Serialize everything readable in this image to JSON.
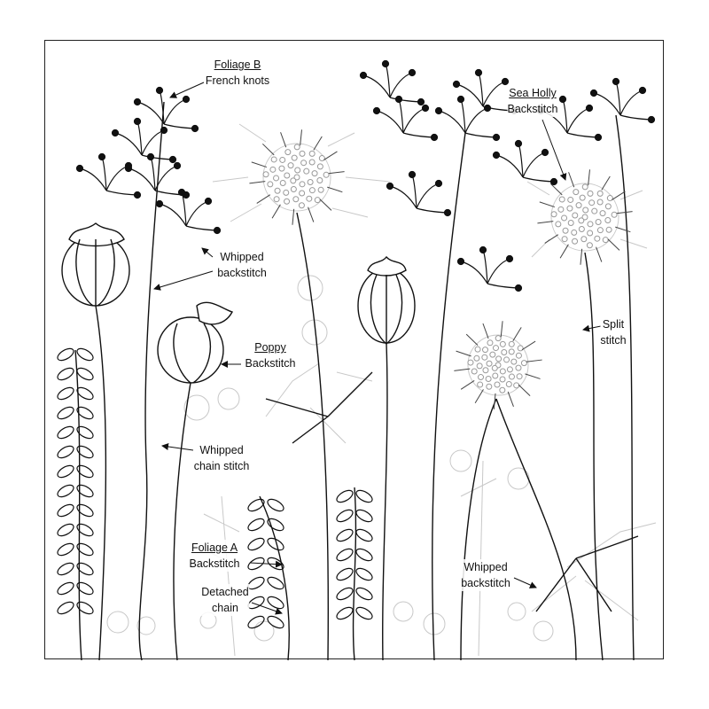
{
  "labels": {
    "foliage_b": {
      "title": "Foliage B",
      "stitch": "French knots"
    },
    "whipped_backstitch_left": {
      "line1": "Whipped",
      "line2": "backstitch"
    },
    "poppy": {
      "title": "Poppy",
      "stitch": "Backstitch"
    },
    "whipped_chain": {
      "line1": "Whipped",
      "line2": "chain stitch"
    },
    "foliage_a": {
      "title": "Foliage A",
      "stitch": "Backstitch"
    },
    "detached_chain": {
      "line1": "Detached",
      "line2": "chain"
    },
    "sea_holly": {
      "title": "Sea Holly",
      "stitch": "Backstitch"
    },
    "split_stitch": {
      "line1": "Split",
      "line2": "stitch"
    },
    "whipped_backstitch_right": {
      "line1": "Whipped",
      "line2": "backstitch"
    }
  },
  "colors": {
    "line": "#111111",
    "faint": "#c8c8c8"
  }
}
